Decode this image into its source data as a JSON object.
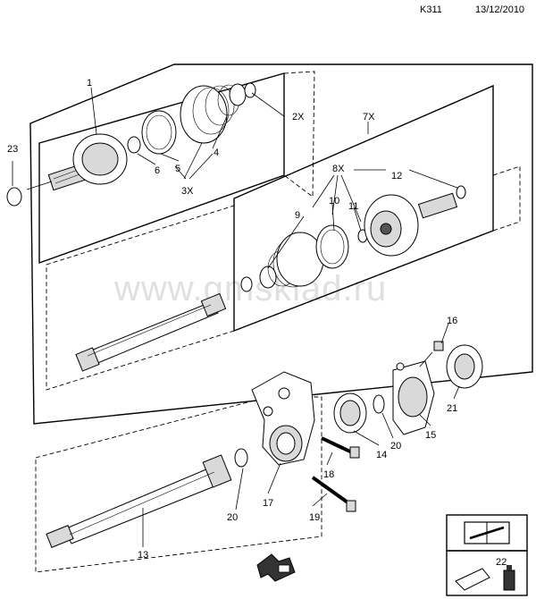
{
  "header": {
    "code": "K311",
    "date": "13/12/2010"
  },
  "watermark": "www.gmsklad.ru",
  "callouts": [
    {
      "id": "c1",
      "text": "1"
    },
    {
      "id": "c2x",
      "text": "2X"
    },
    {
      "id": "c7x",
      "text": "7X"
    },
    {
      "id": "c8x",
      "text": "8X"
    },
    {
      "id": "c3x",
      "text": "3X"
    },
    {
      "id": "c4",
      "text": "4"
    },
    {
      "id": "c5",
      "text": "5"
    },
    {
      "id": "c6",
      "text": "6"
    },
    {
      "id": "c9",
      "text": "9"
    },
    {
      "id": "c10",
      "text": "10"
    },
    {
      "id": "c11",
      "text": "11"
    },
    {
      "id": "c12",
      "text": "12"
    },
    {
      "id": "c13",
      "text": "13"
    },
    {
      "id": "c14",
      "text": "14"
    },
    {
      "id": "c15",
      "text": "15"
    },
    {
      "id": "c16",
      "text": "16"
    },
    {
      "id": "c17",
      "text": "17"
    },
    {
      "id": "c18",
      "text": "18"
    },
    {
      "id": "c19",
      "text": "19"
    },
    {
      "id": "c20a",
      "text": "20"
    },
    {
      "id": "c20b",
      "text": "20"
    },
    {
      "id": "c21",
      "text": "21"
    },
    {
      "id": "c22",
      "text": "22"
    },
    {
      "id": "c23",
      "text": "23"
    }
  ],
  "icons": {
    "manual": "manual-wrench-icon",
    "lubricant": "lubricant-icon",
    "direction": "front-direction-arrow-icon"
  }
}
